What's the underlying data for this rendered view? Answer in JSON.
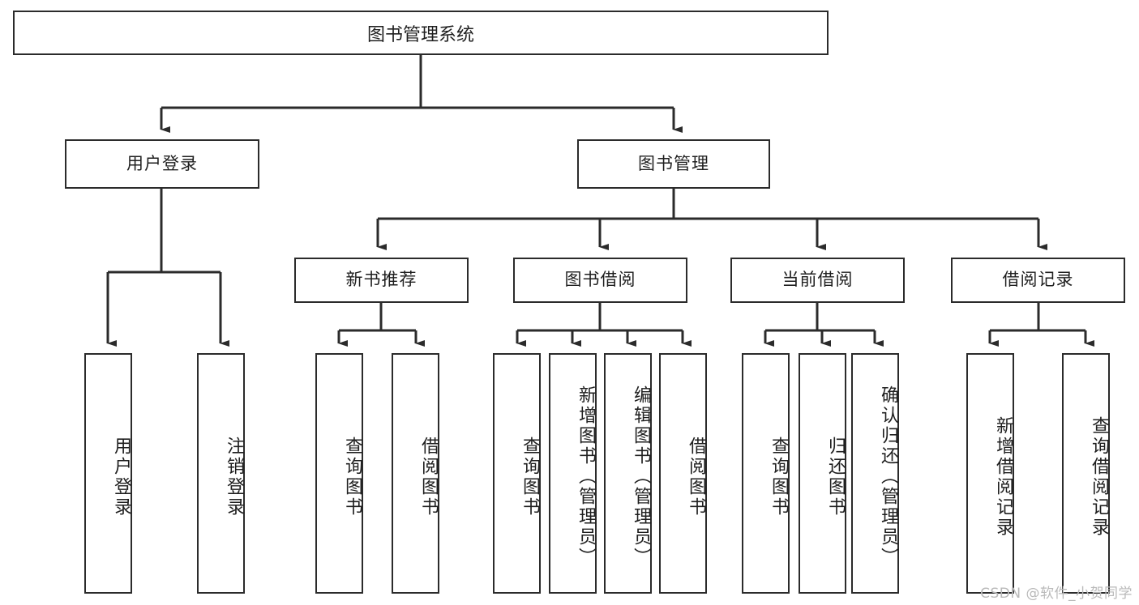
{
  "diagram": {
    "title": "图书管理系统",
    "type": "tree-hierarchy-diagram",
    "watermark": "CSDN @软件_小贺同学",
    "colors": {
      "box_border": "#2b2b2b",
      "box_fill": "#ffffff",
      "connector": "#2b2b2b",
      "text": "#1f1f1f",
      "watermark": "#b9b9b9",
      "background": "#ffffff"
    },
    "root": {
      "label": "图书管理系统"
    },
    "level1": [
      {
        "label": "用户登录"
      },
      {
        "label": "图书管理"
      }
    ],
    "level2": [
      {
        "label": "新书推荐"
      },
      {
        "label": "图书借阅"
      },
      {
        "label": "当前借阅"
      },
      {
        "label": "借阅记录"
      }
    ],
    "leaves": {
      "user_login": [
        {
          "label": "用户登录"
        },
        {
          "label": "注销登录"
        }
      ],
      "new_book_recommend": [
        {
          "label": "查询图书"
        },
        {
          "label": "借阅图书"
        }
      ],
      "book_borrow": [
        {
          "label": "查询图书"
        },
        {
          "label": "新增图书（管理员）"
        },
        {
          "label": "编辑图书（管理员）"
        },
        {
          "label": "借阅图书"
        }
      ],
      "current_borrow": [
        {
          "label": "查询图书"
        },
        {
          "label": "归还图书"
        },
        {
          "label": "确认归还（管理员）"
        }
      ],
      "borrow_record": [
        {
          "label": "新增借阅记录"
        },
        {
          "label": "查询借阅记录"
        }
      ]
    }
  }
}
